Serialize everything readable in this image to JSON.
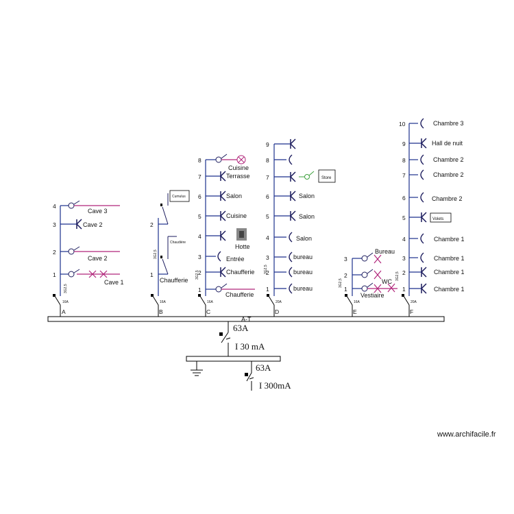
{
  "colors": {
    "wire": "#1a2f8c",
    "accent": "#b0247a",
    "green": "#3ca03c"
  },
  "main_bar_label": "A-T",
  "main_breaker": {
    "rating": "63A",
    "rcd": "I 30 mA"
  },
  "secondary_breaker": {
    "rating": "63A",
    "rcd": "I 300mA"
  },
  "watermark": "www.archifacile.fr",
  "circuits": [
    {
      "id": "A",
      "breaker": "16A",
      "cable": "3G2,5",
      "lines": [
        {
          "n": "1",
          "type": "socket",
          "label": "Cave 1",
          "extra": "light"
        },
        {
          "n": "2",
          "type": "socket",
          "label": "Cave 2"
        },
        {
          "n": "3",
          "type": "light",
          "label": "Cave 2"
        },
        {
          "n": "4",
          "type": "socket",
          "label": "Cave 3"
        }
      ]
    },
    {
      "id": "B",
      "breaker": "16A",
      "cable": "3G2,5",
      "lines": [
        {
          "n": "1",
          "type": "switch",
          "label": "Chaufferie"
        },
        {
          "n": "2",
          "type": "switch",
          "label": ""
        }
      ],
      "notes": [
        "Cumulus",
        "Chaudière"
      ]
    },
    {
      "id": "C",
      "breaker": "16A",
      "cable": "3G2,5",
      "lines": [
        {
          "n": "1",
          "type": "socket",
          "label": "Chaufferie"
        },
        {
          "n": "2",
          "type": "light",
          "label": "Chaufferie"
        },
        {
          "n": "3",
          "type": "point",
          "label": "Entrée"
        },
        {
          "n": "4",
          "type": "light",
          "label": "Hotte"
        },
        {
          "n": "5",
          "type": "light",
          "label": "Cuisine"
        },
        {
          "n": "6",
          "type": "light",
          "label": "Salon"
        },
        {
          "n": "7",
          "type": "light",
          "label": "Terrasse"
        },
        {
          "n": "8",
          "type": "socket",
          "label": "Cuisine"
        }
      ]
    },
    {
      "id": "D",
      "breaker": "20A",
      "cable": "3G2,5",
      "lines": [
        {
          "n": "1",
          "type": "point",
          "label": "bureau"
        },
        {
          "n": "2",
          "type": "point",
          "label": "bureau"
        },
        {
          "n": "3",
          "type": "point",
          "label": "bureau"
        },
        {
          "n": "4",
          "type": "point",
          "label": "Salon"
        },
        {
          "n": "5",
          "type": "light",
          "label": "Salon"
        },
        {
          "n": "6",
          "type": "light",
          "label": "Salon"
        },
        {
          "n": "7",
          "type": "light",
          "label": "Store"
        },
        {
          "n": "8",
          "type": "point",
          "label": ""
        },
        {
          "n": "9",
          "type": "light",
          "label": ""
        }
      ]
    },
    {
      "id": "E",
      "breaker": "16A",
      "cable": "3G2,5",
      "lines": [
        {
          "n": "1",
          "type": "socket",
          "label": "Vestiaire"
        },
        {
          "n": "2",
          "type": "socket",
          "label": "WC"
        },
        {
          "n": "3",
          "type": "socket",
          "label": "Bureau"
        }
      ]
    },
    {
      "id": "F",
      "breaker": "20A",
      "cable": "3G2,5",
      "lines": [
        {
          "n": "1",
          "type": "light",
          "label": "Chambre 1"
        },
        {
          "n": "2",
          "type": "light",
          "label": "Chambre 1"
        },
        {
          "n": "3",
          "type": "point",
          "label": "Chambre 1"
        },
        {
          "n": "4",
          "type": "point",
          "label": "Chambre 1"
        },
        {
          "n": "5",
          "type": "light",
          "label": "Volets"
        },
        {
          "n": "6",
          "type": "point",
          "label": "Chambre 2"
        },
        {
          "n": "7",
          "type": "point",
          "label": "Chambre 2"
        },
        {
          "n": "8",
          "type": "point",
          "label": "Chambre 2"
        },
        {
          "n": "9",
          "type": "light",
          "label": "Hall de nuit"
        },
        {
          "n": "10",
          "type": "point",
          "label": "Chambre 3"
        }
      ]
    }
  ]
}
